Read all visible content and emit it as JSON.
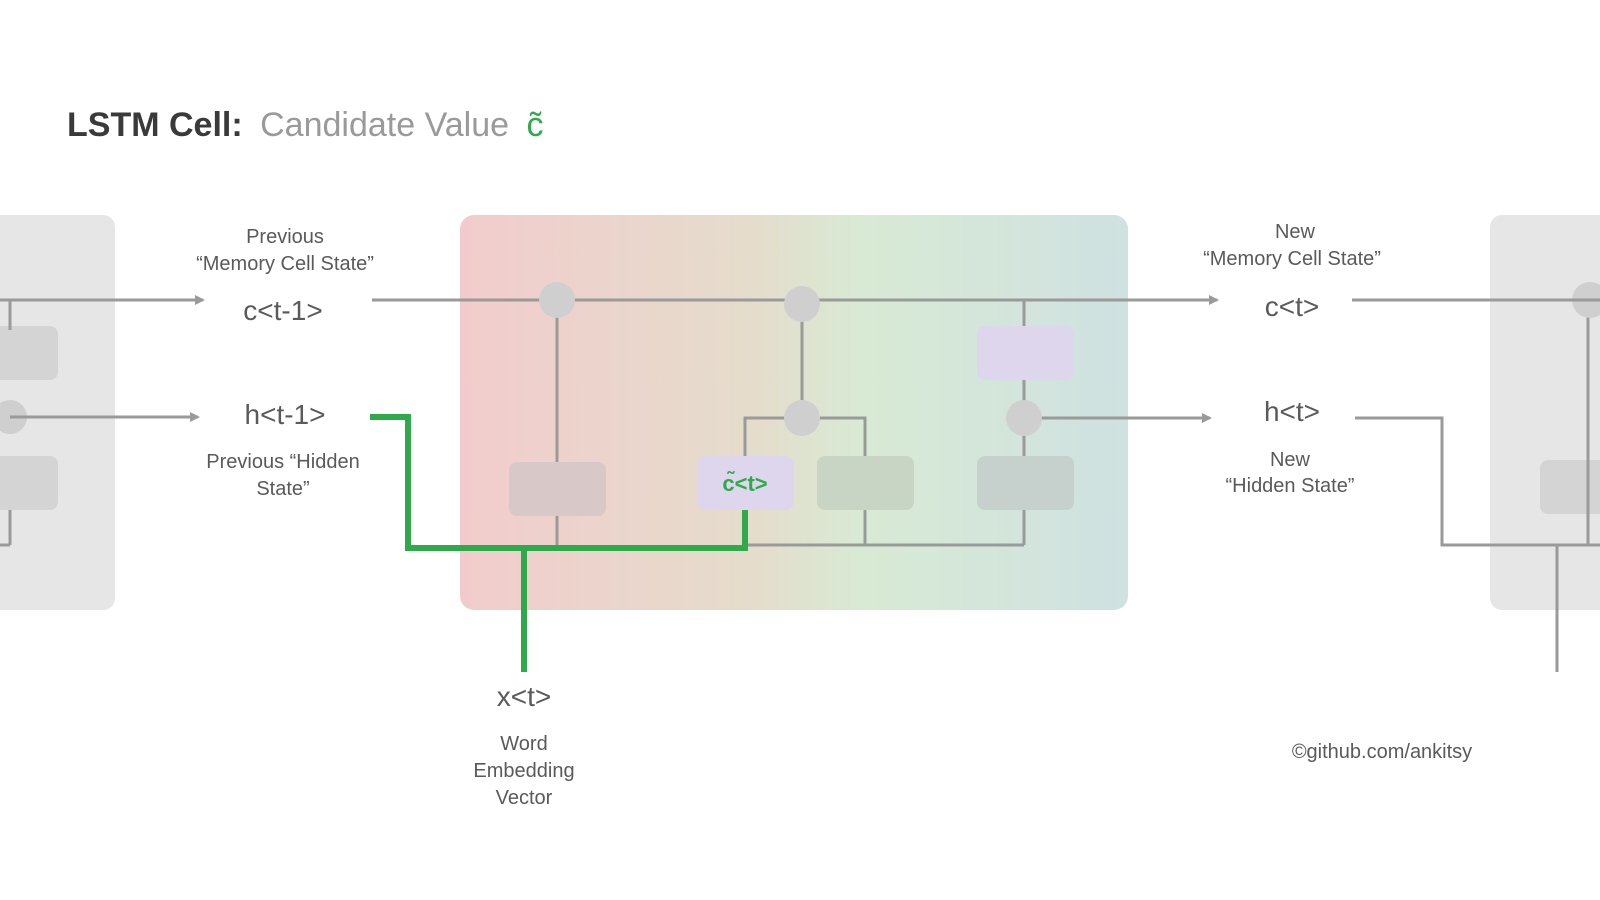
{
  "title": {
    "bold": "LSTM Cell:",
    "light": "Candidate Value",
    "symbol": "c̃"
  },
  "labels": {
    "prev_cell_line1": "Previous",
    "prev_cell_line2": "“Memory Cell  State”",
    "prev_cell_var": "c<t-1>",
    "prev_hidden_var": "h<t-1>",
    "prev_hidden_line1": "Previous “Hidden",
    "prev_hidden_line2": "State”",
    "new_cell_line1": "New",
    "new_cell_line2": "“Memory Cell  State”",
    "new_cell_var": "c<t>",
    "new_hidden_var": "h<t>",
    "new_hidden_line1": "New",
    "new_hidden_line2": "“Hidden State”",
    "input_var": "x<t>",
    "input_line1": "Word",
    "input_line2": "Embedding",
    "input_line3": "Vector",
    "candidate_gate": "c̃<t>",
    "credit": "©github.com/ankitsy"
  },
  "colors": {
    "highlight_path": "#2eaa4a",
    "line": "#9a9a9a",
    "node": "#cfcfcf",
    "gate_box": "#c8c8c8",
    "candidate_box": "#ddd6ec",
    "gradient_start": "#f2cccc",
    "gradient_mid": "#d8ead4",
    "gradient_end": "#cfe1e1",
    "side_cell": "#e6e6e6"
  }
}
